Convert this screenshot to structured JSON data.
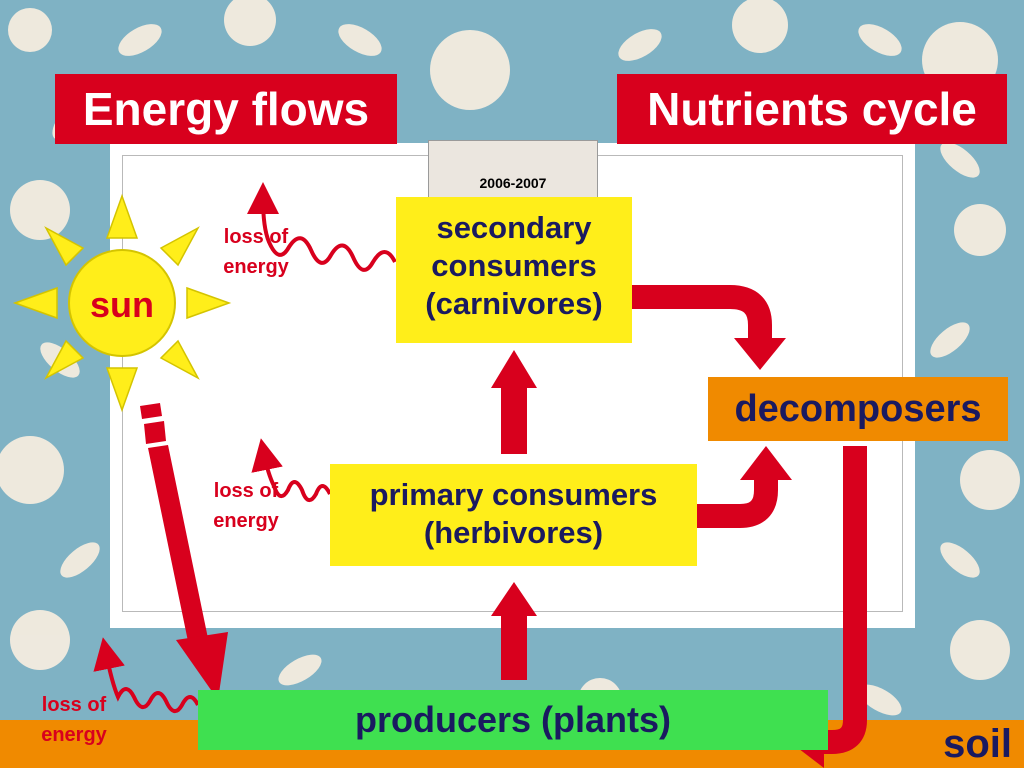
{
  "titles": {
    "left": "Energy flows",
    "right": "Nutrients cycle"
  },
  "tab_label": "2006-2007",
  "nodes": {
    "sun": "sun",
    "secondary": [
      "secondary",
      "consumers",
      "(carnivores)"
    ],
    "primary": [
      "primary consumers",
      "(herbivores)"
    ],
    "decomposers": "decomposers",
    "producers": "producers (plants)",
    "soil": "soil"
  },
  "loss_labels": [
    "loss of energy",
    "loss of energy",
    "loss of energy"
  ],
  "colors": {
    "red": "#d8001d",
    "yellow": "#ffee1a",
    "orange": "#f08a00",
    "green": "#3fe050",
    "navy": "#1a1a60"
  }
}
